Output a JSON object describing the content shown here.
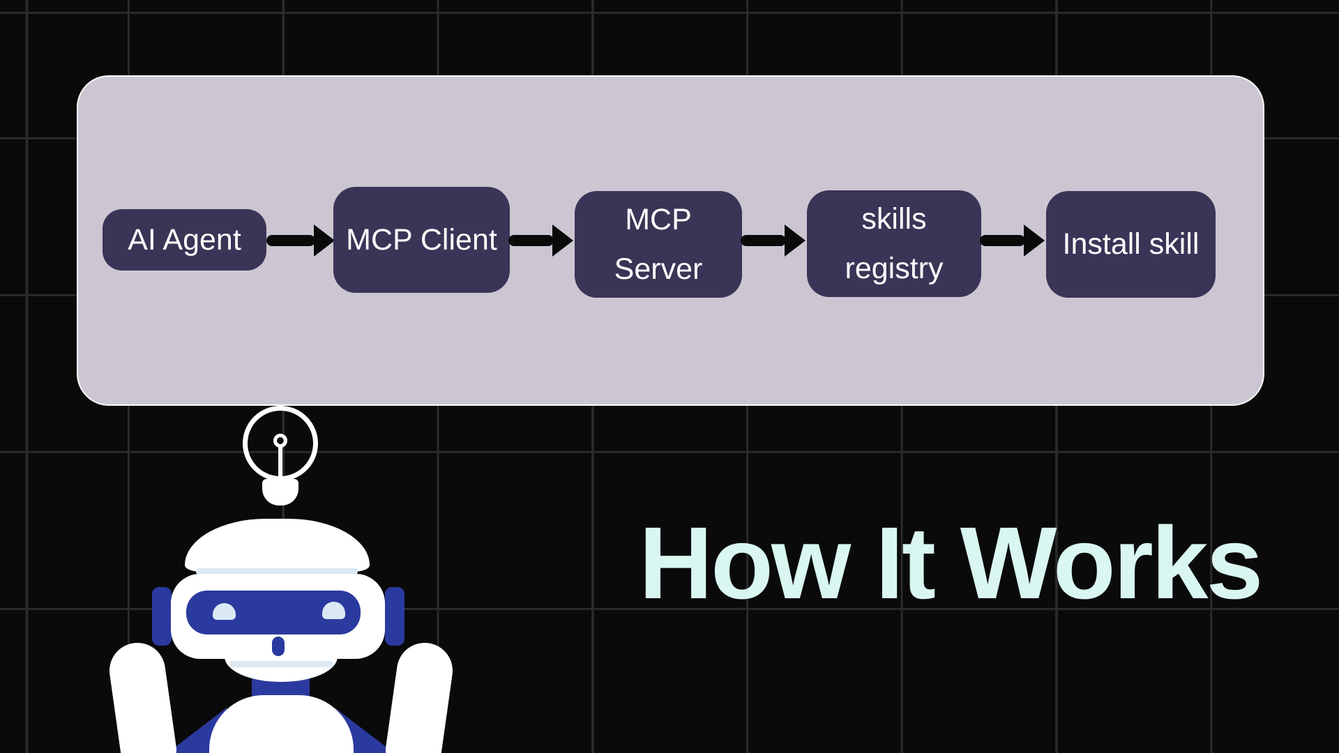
{
  "title": {
    "text": "How It Works",
    "color": "#d9f6f0"
  },
  "background": {
    "color": "#0a0a0b",
    "grid_line_color": "#2c2c2e"
  },
  "flow": {
    "panel_color": "#ccc6d2",
    "box_color": "#3a3456",
    "box_text_color": "#ffffff",
    "arrow_color": "#0a0a0a",
    "boxes": [
      {
        "label": "AI Agent"
      },
      {
        "label": "MCP Client"
      },
      {
        "label": "MCP Server"
      },
      {
        "label": "skills registry"
      },
      {
        "label": "Install skill"
      }
    ]
  },
  "icons": [
    {
      "name": "lightbulb-icon"
    },
    {
      "name": "robot-illustration"
    }
  ],
  "robot_colors": {
    "shell": "#ffffff",
    "accent_blue": "#2b3a9e",
    "light_blue": "#dbe9f4"
  }
}
